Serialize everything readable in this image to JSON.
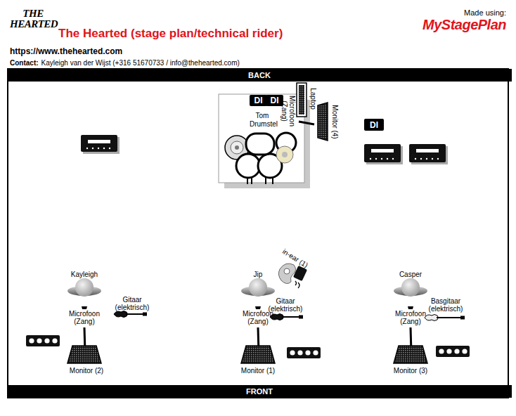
{
  "diagram": {
    "title": "The Hearted (stage plan/technical rider)",
    "nodes": [
      {
        "text": [
          "BACK"
        ]
      },
      {
        "text": [
          "DI"
        ]
      },
      {
        "text": [
          "DI"
        ]
      },
      {
        "text": [
          "DI"
        ]
      },
      {
        "text": [
          "FRONT"
        ]
      }
    ],
    "labels": [
      "THE HEARTED",
      "Made using:",
      "MyStagePlan",
      "https://www.thehearted.com",
      "Contact:",
      "Kayleigh van der Wijst (+316 51670733 / info@thehearted.com)",
      "Tom",
      "Drumstel",
      "Microfoon (Zang)",
      "Laptop",
      "Monitor (4)",
      "in-ear (1)",
      "Kayleigh",
      "Microfoon (Zang)",
      "Gitaar (elektrisch)",
      "Monitor (2)",
      "Jip",
      "Microfoon (Zang)",
      "Gitaar (elektrisch)",
      "Monitor (1)",
      "Casper",
      "Microfoon (Zang)",
      "Basgitaar (elektrisch)",
      "Monitor (3)"
    ]
  }
}
